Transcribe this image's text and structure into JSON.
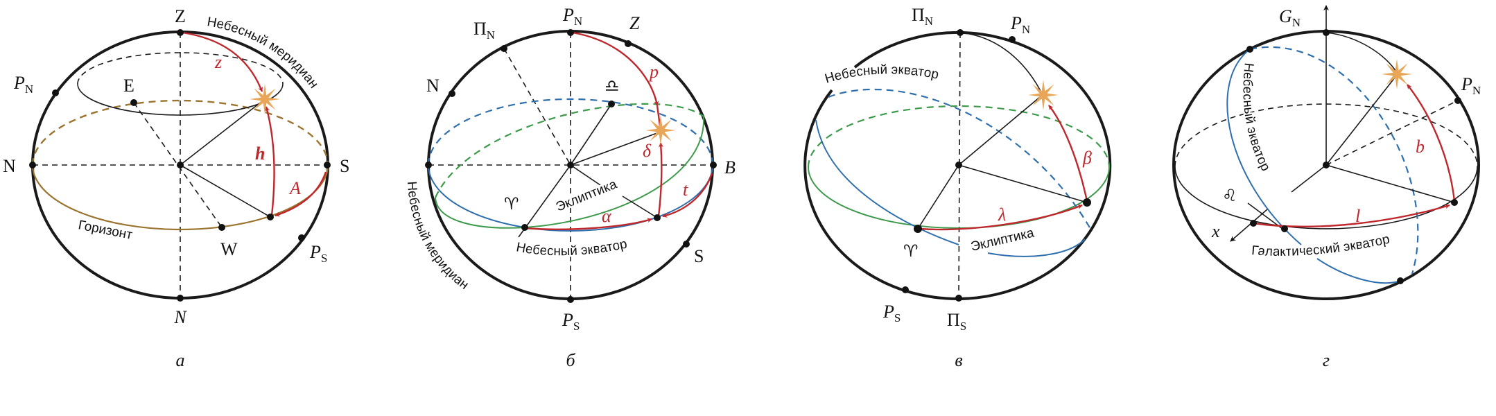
{
  "colors": {
    "arc_red": "#c0272d",
    "equator_blue": "#2f6fad",
    "ecliptic_green": "#3d9a4b",
    "horizon_brown": "#9b7430",
    "star": "#e8a659"
  },
  "panel_a": {
    "caption": "а",
    "zenith": "Z",
    "nadir": "N",
    "north": "N",
    "south": "S",
    "east": "E",
    "west": "W",
    "pole": "P",
    "pole_n_sub": "N",
    "pole_s_sub": "S",
    "meridian": "Небесный меридиан",
    "horizon": "Горизонт",
    "z": "z",
    "h": "h",
    "A": "A"
  },
  "panel_b": {
    "caption": "б",
    "pole": "P",
    "pole_n_sub": "N",
    "pole_s_sub": "S",
    "ecl_pole": "Π",
    "ecl_pole_sub": "N",
    "north": "N",
    "zenith": "Z",
    "west": "B",
    "south": "S",
    "libra": "♎",
    "aries": "♈",
    "p": "p",
    "delta": "δ",
    "t": "t",
    "alpha": "α",
    "ecliptic": "Эклиптика",
    "equator": "Небесный экватор",
    "meridian": "Небесный меридиан"
  },
  "panel_c": {
    "caption": "в",
    "ecl_pole": "Π",
    "ecl_pole_n_sub": "N",
    "ecl_pole_s_sub": "S",
    "pole": "P",
    "pole_n_sub": "N",
    "pole_s_sub": "S",
    "aries": "♈",
    "beta": "β",
    "lambda": "λ",
    "equator": "Небесный экватор",
    "ecliptic": "Эклиптика"
  },
  "panel_d": {
    "caption": "г",
    "gal_pole": "G",
    "gal_pole_sub": "N",
    "pole": "P",
    "pole_n_sub": "N",
    "leo": "♌",
    "x": "x",
    "b": "b",
    "l": "l",
    "equator": "Небесный экватор",
    "gal_equator": "Галактический экватор"
  }
}
